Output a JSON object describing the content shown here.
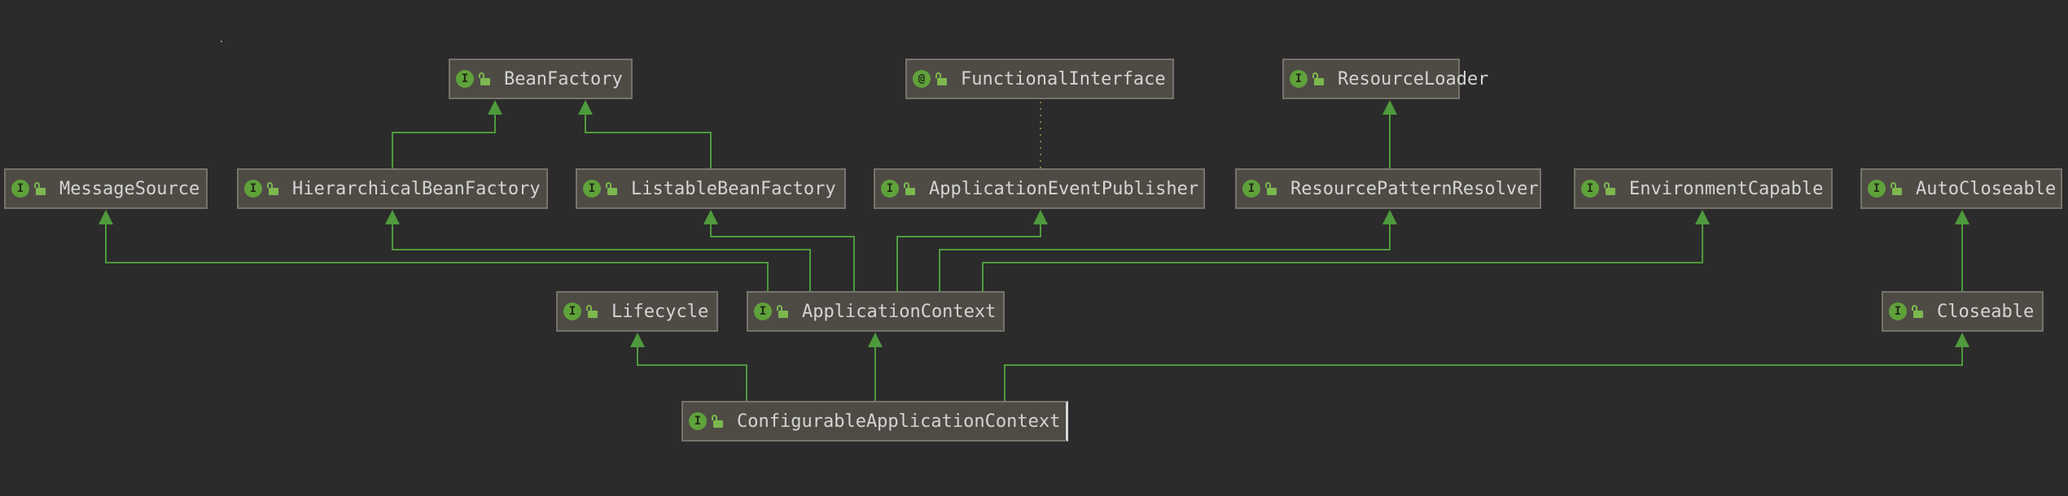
{
  "diagram": {
    "nodes": [
      {
        "id": "BeanFactory",
        "label": "BeanFactory",
        "kind": "interface",
        "badge": "I",
        "lock_icon": "open-lock-icon"
      },
      {
        "id": "FunctionalInterface",
        "label": "FunctionalInterface",
        "kind": "annotation",
        "badge": "@",
        "lock_icon": "open-lock-icon"
      },
      {
        "id": "ResourceLoader",
        "label": "ResourceLoader",
        "kind": "interface",
        "badge": "I",
        "lock_icon": "open-lock-icon"
      },
      {
        "id": "MessageSource",
        "label": "MessageSource",
        "kind": "interface",
        "badge": "I",
        "lock_icon": "open-lock-icon"
      },
      {
        "id": "HierarchicalBeanFactory",
        "label": "HierarchicalBeanFactory",
        "kind": "interface",
        "badge": "I",
        "lock_icon": "open-lock-icon"
      },
      {
        "id": "ListableBeanFactory",
        "label": "ListableBeanFactory",
        "kind": "interface",
        "badge": "I",
        "lock_icon": "open-lock-icon"
      },
      {
        "id": "ApplicationEventPublisher",
        "label": "ApplicationEventPublisher",
        "kind": "interface",
        "badge": "I",
        "lock_icon": "open-lock-icon"
      },
      {
        "id": "ResourcePatternResolver",
        "label": "ResourcePatternResolver",
        "kind": "interface",
        "badge": "I",
        "lock_icon": "open-lock-icon"
      },
      {
        "id": "EnvironmentCapable",
        "label": "EnvironmentCapable",
        "kind": "interface",
        "badge": "I",
        "lock_icon": "open-lock-icon"
      },
      {
        "id": "AutoCloseable",
        "label": "AutoCloseable",
        "kind": "interface",
        "badge": "I",
        "lock_icon": "open-lock-icon"
      },
      {
        "id": "Lifecycle",
        "label": "Lifecycle",
        "kind": "interface",
        "badge": "I",
        "lock_icon": "open-lock-icon"
      },
      {
        "id": "ApplicationContext",
        "label": "ApplicationContext",
        "kind": "interface",
        "badge": "I",
        "lock_icon": "open-lock-icon"
      },
      {
        "id": "Closeable",
        "label": "Closeable",
        "kind": "interface",
        "badge": "I",
        "lock_icon": "open-lock-icon"
      },
      {
        "id": "ConfigurableApplicationContext",
        "label": "ConfigurableApplicationContext",
        "kind": "interface",
        "badge": "I",
        "lock_icon": "open-lock-icon",
        "selected": true
      }
    ],
    "edges": [
      {
        "from": "HierarchicalBeanFactory",
        "to": "BeanFactory",
        "type": "extends"
      },
      {
        "from": "ListableBeanFactory",
        "to": "BeanFactory",
        "type": "extends"
      },
      {
        "from": "ResourcePatternResolver",
        "to": "ResourceLoader",
        "type": "extends"
      },
      {
        "from": "ApplicationEventPublisher",
        "to": "FunctionalInterface",
        "type": "annotated"
      },
      {
        "from": "ApplicationContext",
        "to": "MessageSource",
        "type": "extends"
      },
      {
        "from": "ApplicationContext",
        "to": "HierarchicalBeanFactory",
        "type": "extends"
      },
      {
        "from": "ApplicationContext",
        "to": "ListableBeanFactory",
        "type": "extends"
      },
      {
        "from": "ApplicationContext",
        "to": "ApplicationEventPublisher",
        "type": "extends"
      },
      {
        "from": "ApplicationContext",
        "to": "ResourcePatternResolver",
        "type": "extends"
      },
      {
        "from": "ApplicationContext",
        "to": "EnvironmentCapable",
        "type": "extends"
      },
      {
        "from": "Closeable",
        "to": "AutoCloseable",
        "type": "extends"
      },
      {
        "from": "ConfigurableApplicationContext",
        "to": "Lifecycle",
        "type": "extends"
      },
      {
        "from": "ConfigurableApplicationContext",
        "to": "ApplicationContext",
        "type": "extends"
      },
      {
        "from": "ConfigurableApplicationContext",
        "to": "Closeable",
        "type": "extends"
      }
    ],
    "colors": {
      "background": "#2b2b2b",
      "node_fill": "#4e4b45",
      "node_border": "#77736c",
      "text": "#d4d4d4",
      "edge": "#4e9a3c",
      "annotation_edge": "#8a7a4a",
      "badge": "#5fa13a"
    }
  }
}
